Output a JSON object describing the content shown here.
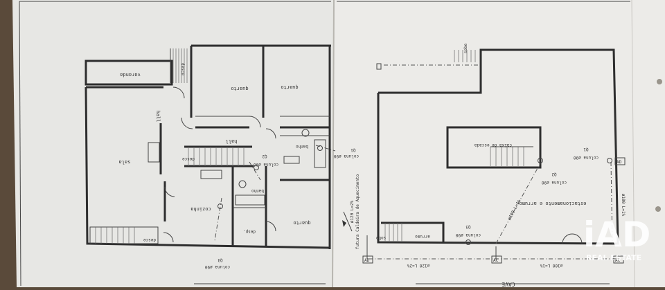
{
  "sheet_left": {
    "rooms": {
      "varanda": "varanda",
      "quarto_1": "quarto",
      "quarto_2": "quarto",
      "hall_1": "hall",
      "hall_2": "hall",
      "sala": "sala",
      "banho_1": "banho",
      "banho_2": "banho",
      "cozinha": "cozinha",
      "desp": "desp.",
      "quarto_3": "quarto"
    },
    "labels": {
      "desce_top": "desce",
      "desce_stair": "desce",
      "desce_bottom": "desce",
      "coluna_q1": "coluna ø90",
      "q1": "Q1",
      "coluna_q2": "coluna ø90",
      "q2": "Q2",
      "coluna_q3": "coluna ø90",
      "q3": "Q3",
      "cv_note": "futura Caldeira de Aquecimento",
      "cv_note_2": "ø120 L=2%"
    }
  },
  "sheet_right": {
    "labels": {
      "sobe": "sobe",
      "caixa": "caixa de escada",
      "coluna_q1": "coluna ø90",
      "q1": "Q1",
      "coluna_q2": "coluna ø90",
      "q2": "Q2",
      "estac": "estacionamento e arrumo",
      "arrumo": "arrumo",
      "coluna_q3": "coluna ø90",
      "q3": "Q3",
      "sobe_bottom": "sobe",
      "pipe_diag": "ø100  L=1%",
      "pipe_vert": "ø100  L=1%",
      "pipe_bottom_1": "ø120 L=2%",
      "pipe_bottom_2": "ø100 L=1%",
      "ac": "AC",
      "ad": "AD",
      "ac2": "AC",
      "ad2": "AD",
      "cave": "CAVE"
    }
  },
  "brand": {
    "name": "iAD",
    "tagline": "REAL ESTATE"
  }
}
